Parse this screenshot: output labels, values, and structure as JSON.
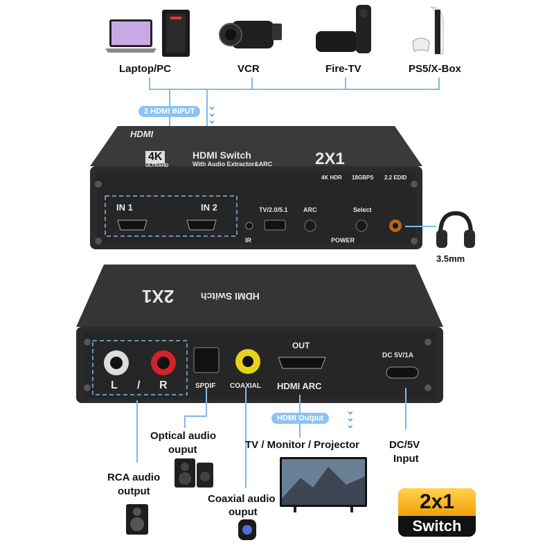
{
  "sources": [
    {
      "label": "Laptop/PC",
      "icon": "laptop-pc-icon"
    },
    {
      "label": "VCR",
      "icon": "camcorder-icon"
    },
    {
      "label": "Fire-TV",
      "icon": "fire-tv-icon"
    },
    {
      "label": "PS5/X-Box",
      "icon": "game-console-icon"
    }
  ],
  "input_pill": "2 HDMI INPUT",
  "top_device": {
    "brand": "HDMI",
    "badge_4k": "4K",
    "badge_ultrahd": "ULTRAHD",
    "title": "HDMI Switch",
    "subtitle": "With Audio Extractor&ARC",
    "model": "2X1",
    "spec1": "4K HDR",
    "spec2": "18GBPS",
    "spec3": "2.2 EDID",
    "ports": {
      "in1": "IN 1",
      "in2": "IN 2",
      "switch": "TV/2.0/5.1",
      "arc": "ARC",
      "select": "Select",
      "ir": "IR",
      "power": "POWER"
    }
  },
  "headphone_label": "3.5mm",
  "bottom_device": {
    "model_mirrored": "2X1",
    "title_mirrored": "HDMI Switch",
    "ports": {
      "out": "OUT",
      "rca_l": "L",
      "rca_slash": "/",
      "rca_r": "R",
      "spdif": "SPDIF",
      "coaxial": "COAXIAL",
      "hdmi_arc": "HDMI ARC",
      "dc": "DC 5V/1A"
    }
  },
  "output_pill": "HDMI Output",
  "outputs": {
    "optical": "Optical audio\nouput",
    "tv": "TV / Monitor / Projector",
    "dc": "DC/5V\nInput",
    "rca": "RCA audio\noutput",
    "coaxial": "Coaxial audio\nouput"
  },
  "badge": {
    "top": "2x1",
    "bottom": "Switch"
  },
  "colors": {
    "accent": "#7fb8e8",
    "device": "#2b2b2b",
    "badge_gold": "#f5b21a"
  }
}
